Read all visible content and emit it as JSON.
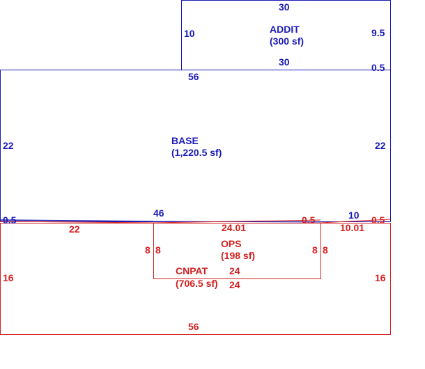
{
  "colors": {
    "blue": "#1a1ab8",
    "red": "#d42020"
  },
  "areas": {
    "addit": {
      "name": "ADDIT",
      "area": "(300 sf)"
    },
    "base": {
      "name": "BASE",
      "area": "(1,220.5 sf)"
    },
    "ops": {
      "name": "OPS",
      "area": "(198 sf)"
    },
    "cnpat": {
      "name": "CNPAT",
      "area": "(706.5 sf)"
    }
  },
  "dims": {
    "addit_top": "30",
    "addit_left": "10",
    "addit_right": "9.5",
    "addit_bottom": "30",
    "addit_right_step": "0.5",
    "base_top": "56",
    "base_left": "22",
    "base_right": "22",
    "base_left_step": "0.5",
    "base_bottom_mid": "46",
    "base_bottom_right": "10",
    "red_step_mid": "0.5",
    "red_step_right": "0.5",
    "cnpat_top_left": "22",
    "ops_top": "24.01",
    "cnpat_top_right": "10.01",
    "ops_left_outer": "8",
    "ops_left_inner": "8",
    "ops_right_inner": "8",
    "ops_right_outer": "8",
    "ops_bottom": "24",
    "cnpat_inner_bottom": "24",
    "cnpat_left": "16",
    "cnpat_right": "16",
    "cnpat_bottom": "56"
  }
}
